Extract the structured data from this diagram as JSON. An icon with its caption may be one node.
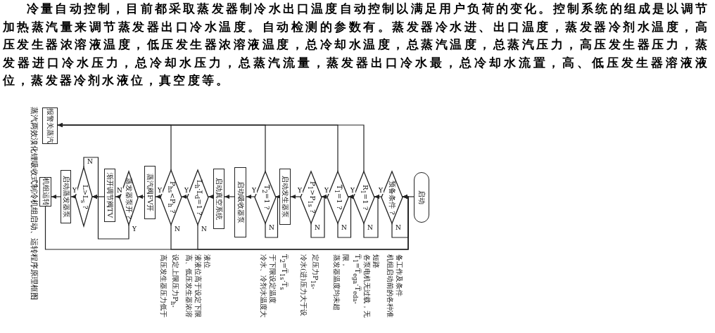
{
  "diagram": {
    "caption": "蒸汽两效溴化锂吸收式制冷机组启动、运转程序原理框图",
    "nodes": [
      {
        "text": [
          "启动"
        ]
      },
      {
        "text": [
          "预备条件 ?"
        ]
      },
      {
        "text": [
          "R$_{1}$=1 ?"
        ]
      },
      {
        "text": [
          "T̅$_{1}$=1 ?"
        ]
      },
      {
        "text": [
          "P$_{1}$>P$_{1s}$ ?"
        ]
      },
      {
        "text": [
          "启动发生器泵"
        ]
      },
      {
        "text": [
          "T̅$_{2}$=1 ?"
        ]
      },
      {
        "text": [
          "启动吸收器泵"
        ]
      },
      {
        "text": [
          "启动真空系统"
        ]
      },
      {
        "text": [
          "L̅$_{h}$·L̅$_{d}$=1 ?"
        ]
      },
      {
        "text": [
          "P$_{hs}$<P$_{h}$ ?"
        ]
      },
      {
        "text": [
          "蒸汽阀FV开"
        ]
      },
      {
        "text": [
          "蒸发器泵开 ?"
        ]
      },
      {
        "text": [
          "渐开调节阀TV"
        ]
      },
      {
        "text": [
          "L>L$_{s}$ ?"
        ]
      },
      {
        "text": [
          "启动蒸发器泵"
        ]
      },
      {
        "text": [
          "机组运转"
        ]
      },
      {
        "text": [
          "报警",
          "关蒸汽"
        ]
      }
    ],
    "edges": [
      {
        "from": 0,
        "to": 1,
        "arrow": "to"
      },
      {
        "from": 1,
        "to": 2,
        "arrow": "to",
        "label": "Y"
      },
      {
        "from": 1,
        "to": 1,
        "arrow": "to",
        "label": "N"
      },
      {
        "from": 2,
        "to": 3,
        "arrow": "to",
        "label": "Y"
      },
      {
        "from": 2,
        "to": 2,
        "arrow": "to",
        "label": "N"
      },
      {
        "from": 2,
        "to": 17,
        "arrow": "to"
      },
      {
        "from": 3,
        "to": 4,
        "arrow": "to",
        "label": "Y"
      },
      {
        "from": 3,
        "to": 3,
        "arrow": "to",
        "label": "N"
      },
      {
        "from": 3,
        "to": 17,
        "arrow": "to"
      },
      {
        "from": 4,
        "to": 5,
        "arrow": "to",
        "label": "Y"
      },
      {
        "from": 4,
        "to": 4,
        "arrow": "to",
        "label": "N"
      },
      {
        "from": 5,
        "to": 6,
        "arrow": "to"
      },
      {
        "from": 6,
        "to": 7,
        "arrow": "to",
        "label": "Y"
      },
      {
        "from": 6,
        "to": 6,
        "arrow": "to",
        "label": "N"
      },
      {
        "from": 6,
        "to": 17,
        "arrow": "to"
      },
      {
        "from": 7,
        "to": 8,
        "arrow": "to"
      },
      {
        "from": 8,
        "to": 9,
        "arrow": "to"
      },
      {
        "from": 9,
        "to": 10,
        "arrow": "to",
        "label": "Y"
      },
      {
        "from": 9,
        "to": 1,
        "arrow": "to",
        "label": "N"
      },
      {
        "from": 10,
        "to": 11,
        "arrow": "to",
        "label": "Y"
      },
      {
        "from": 10,
        "to": 1,
        "arrow": "to",
        "label": "N"
      },
      {
        "from": 10,
        "to": 17,
        "arrow": "to"
      },
      {
        "from": 11,
        "to": 12,
        "arrow": "to"
      },
      {
        "from": 12,
        "to": 13,
        "arrow": "to",
        "label": "N"
      },
      {
        "from": 12,
        "to": 14,
        "arrow": "to",
        "label": "Y"
      },
      {
        "from": 13,
        "to": 14,
        "arrow": "to"
      },
      {
        "from": 14,
        "to": 15,
        "arrow": "to",
        "label": "Y"
      },
      {
        "from": 14,
        "to": 14,
        "arrow": "to",
        "label": "N"
      },
      {
        "from": 15,
        "to": 16,
        "arrow": "to"
      },
      {
        "from": 16,
        "to": 1,
        "arrow": "to"
      }
    ],
    "labels": [
      "冷量自动控制，目前都采取蒸发器制冷水出口温度自动控制以满足用户负荷的变化。控制系统的组成是以调节加热蒸汽量来调节蒸发器出口冷水温度。自动检测的参数有。蒸发器冷水进、出口温度，蒸发器冷剂水温度，高压发生器浓溶液温度，低压发生器浓溶液温度，总冷却水温度，总蒸汽温度，总蒸汽压力，高压发生器压力，蒸发器进口冷水压力，总冷却水压力，总蒸汽流量，蒸发器出口冷水最，总冷却水流置，高、低压发生器溶液液位，蒸发器冷剂水液位，真空度等。",
      "机组启动前的各种准备工作及条件",
      "各泵电机无过载，无短路",
      "蒸发器温度均未超限，T̅$_{1}$=T̅$_{ega}$·T̅$_{eda}$。",
      "冷水(进)压力大于设定压力P$_{1s}$。",
      "冷水、冷剂水温度大于下限设定温度T̅$_{2}$=T̅$_{1s}$·T̅$_{s}$",
      "高、低压发生器浓溶液液位高于设定下限液位",
      "高压发生器压力低于设定上限压力P$_{h}$。"
    ]
  }
}
